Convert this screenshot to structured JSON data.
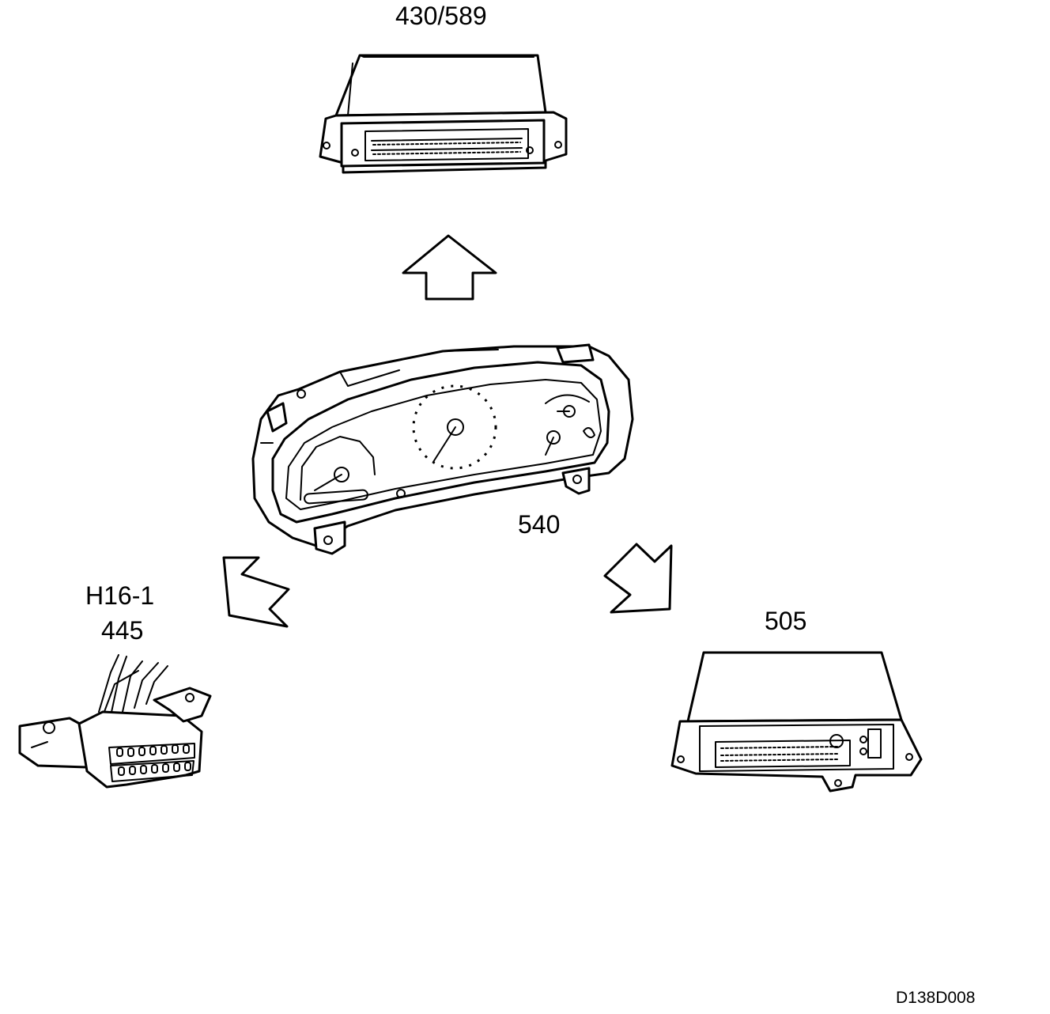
{
  "labels": {
    "top_module": "430/589",
    "cluster": "540",
    "right_module": "505",
    "connector_line1": "H16-1",
    "connector_line2": "445"
  },
  "drawing_code": "D138D008"
}
